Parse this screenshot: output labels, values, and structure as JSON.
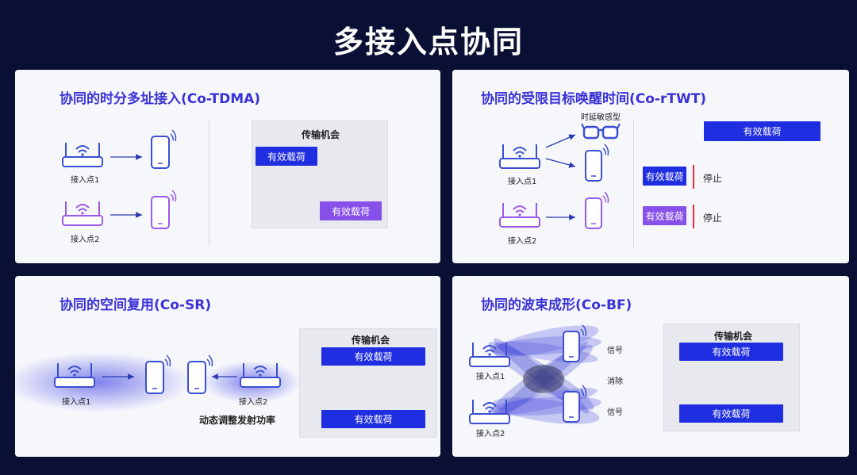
{
  "main_title": "多接入点协同",
  "colors": {
    "blue": "#1f2ee0",
    "purple": "#8750e8",
    "title_blue": "#3a32d6",
    "red": "#e0303a"
  },
  "panels": {
    "tdma": {
      "title": "协同的时分多址接入(Co-TDMA)",
      "ap1": "接入点1",
      "ap2": "接入点2",
      "box_title": "传输机会",
      "payload1": "有效载荷",
      "payload2": "有效载荷"
    },
    "rtwt": {
      "title": "协同的受限目标唤醒时间(Co-rTWT)",
      "sensor_label": "时延敏感型",
      "ap1": "接入点1",
      "ap2": "接入点2",
      "payload_top": "有效载荷",
      "payload1": "有效载荷",
      "payload2": "有效载荷",
      "stop1": "停止",
      "stop2": "停止"
    },
    "sr": {
      "title": "协同的空间复用(Co-SR)",
      "ap1": "接入点1",
      "ap2": "接入点2",
      "caption": "动态调整发射功率",
      "box_title": "传输机会",
      "payload1": "有效载荷",
      "payload2": "有效载荷"
    },
    "bf": {
      "title": "协同的波束成形(Co-BF)",
      "ap1": "接入点1",
      "ap2": "接入点2",
      "signal1": "信号",
      "cancel": "消除",
      "signal2": "信号",
      "box_title": "传输机会",
      "payload1": "有效载荷",
      "payload2": "有效载荷"
    }
  }
}
